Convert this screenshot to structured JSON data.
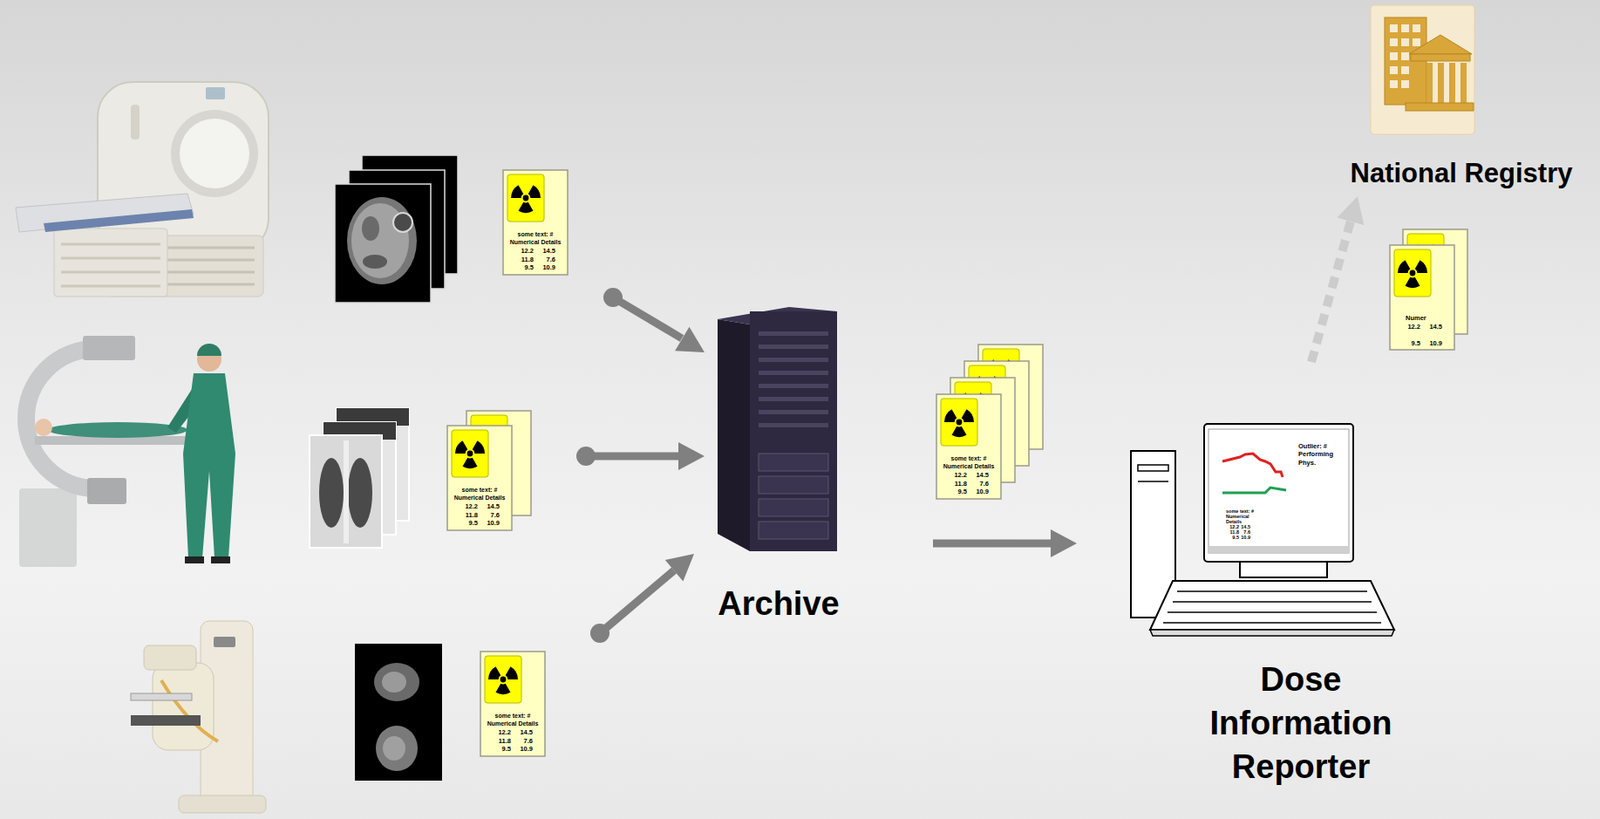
{
  "diagram": {
    "nodes": [
      {
        "text": [
          "Archive"
        ]
      },
      {
        "text": [
          "Dose Information Reporter"
        ]
      },
      {
        "text": [
          "National Registry"
        ]
      }
    ],
    "edges": [
      {
        "from": 0,
        "to": 1,
        "arrow": "to"
      },
      {
        "from": 1,
        "to": 2,
        "arrow": "to"
      }
    ],
    "labels": [
      "some text: #",
      "Numerical Details",
      "12.2",
      "14.5",
      "11.8",
      "7.6",
      "9.5",
      "10.9",
      "some text: #",
      "Numerical Details",
      "12.2",
      "14.5",
      "11.8",
      "7.6",
      "9.5",
      "10.9",
      "some text: #",
      "Numerical Details",
      "12.2",
      "14.5",
      "11.8",
      "7.6",
      "9.5",
      "10.9",
      "some text: #",
      "Numerical Details",
      "12.2",
      "14.5",
      "11.8",
      "7.6",
      "9.5",
      "10.9",
      "Numer",
      "12.2",
      "14.5",
      "9.5",
      "10.9",
      "Outlier: #",
      "Performing",
      "Phys.",
      "some text: #",
      "Numerical",
      "Details",
      "12.2",
      "14.5",
      "11.8",
      "7.6",
      "9.5",
      "10.9"
    ]
  }
}
